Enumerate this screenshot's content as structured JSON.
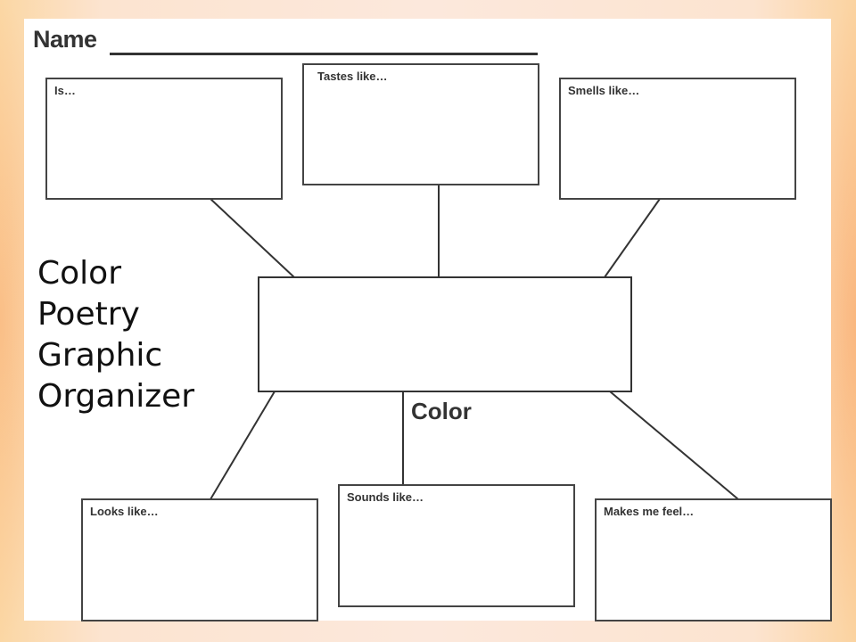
{
  "worksheet": {
    "name_label": "Name",
    "center_label": "Color",
    "boxes": {
      "is": "Is…",
      "tastes_like": "Tastes like…",
      "smells_like": "Smells like…",
      "looks_like": "Looks like…",
      "sounds_like": "Sounds like…",
      "makes_me_feel": "Makes me feel…"
    }
  },
  "title_overlay": {
    "line1": "Color",
    "line2": "Poetry",
    "line3": "Graphic",
    "line4": "Organizer"
  }
}
